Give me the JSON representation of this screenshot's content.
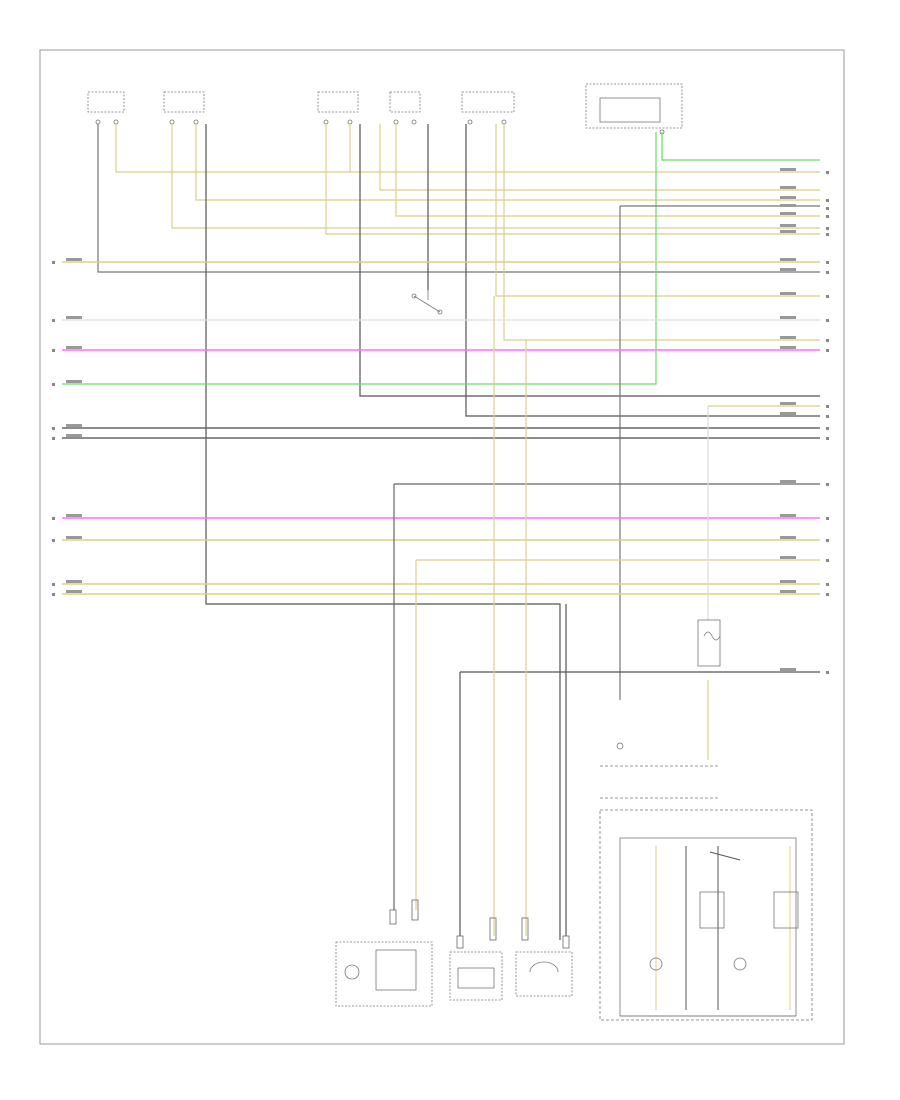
{
  "figure_id": "",
  "colors": {
    "tan": "#d8d08a",
    "pink": "#ff6eff",
    "green": "#66dd66",
    "gray": "#777777",
    "dark": "#444444",
    "light": "#bbbbbb",
    "frame": "#999999"
  },
  "top_components": [
    {
      "id": "c1",
      "label": ""
    },
    {
      "id": "c2",
      "label": ""
    },
    {
      "id": "c3",
      "label": ""
    },
    {
      "id": "c4",
      "label": ""
    },
    {
      "id": "c5",
      "label": ""
    },
    {
      "id": "c6",
      "label": ""
    }
  ],
  "bottom_components": [
    {
      "id": "b1",
      "label": ""
    },
    {
      "id": "b2",
      "label": ""
    },
    {
      "id": "b3",
      "label": ""
    }
  ],
  "module_label": "",
  "junction_label": ""
}
